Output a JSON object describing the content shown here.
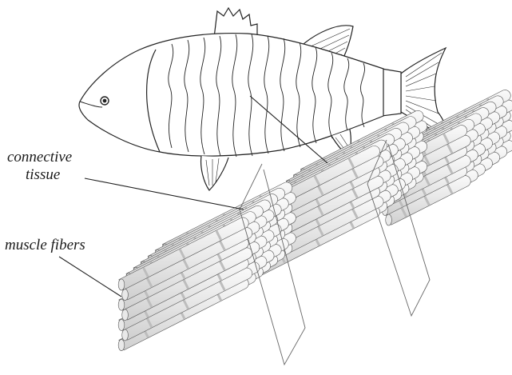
{
  "labels": {
    "connective_tissue_line1": "connective",
    "connective_tissue_line2": "tissue",
    "muscle_fibers": "muscle fibers"
  },
  "colors": {
    "line": "#222222",
    "fiber_fill": "#ededed",
    "fiber_stripe": "#bdbdbd",
    "background": "#ffffff"
  }
}
